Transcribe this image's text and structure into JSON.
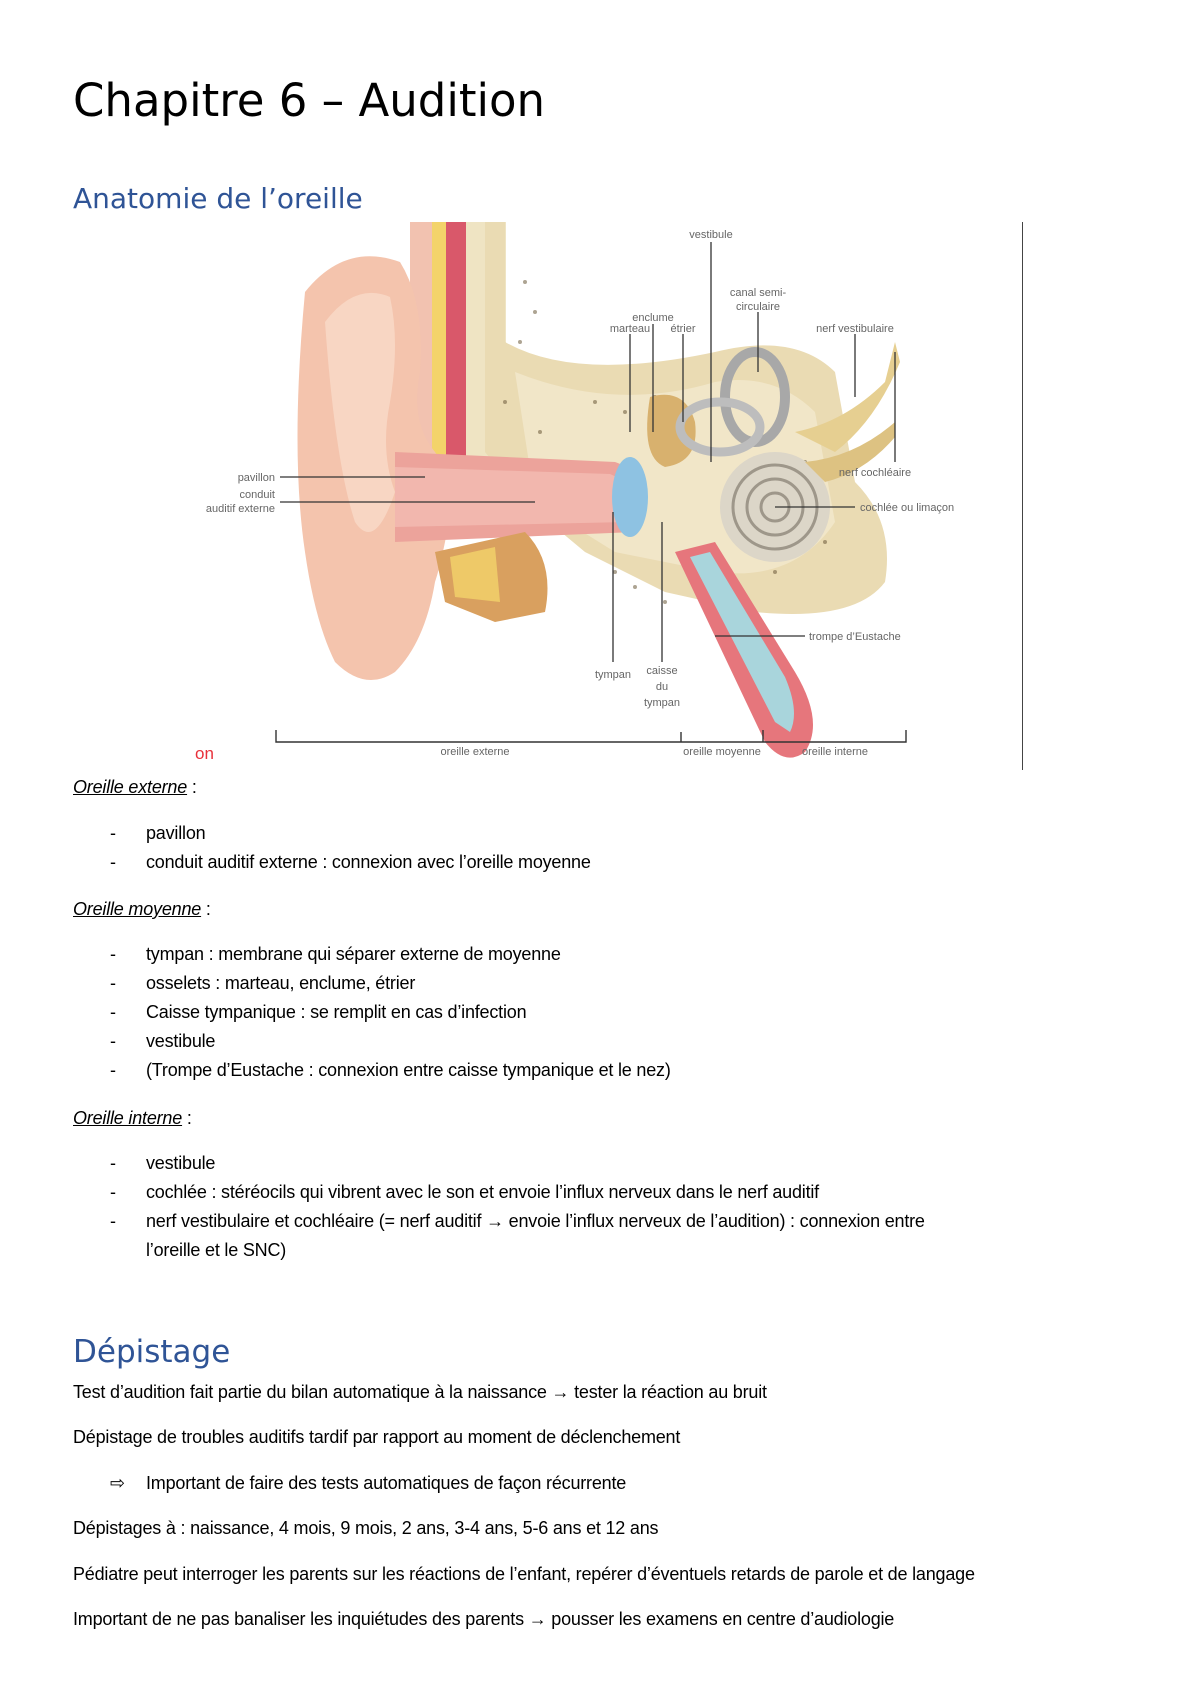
{
  "document": {
    "title": "Chapitre 6 – Audition",
    "sections": {
      "anatomy": {
        "heading": "Anatomie de l’oreille",
        "figure": {
          "labels": {
            "vestibule": "vestibule",
            "canal_semi_1": "canal semi-",
            "canal_semi_2": "circulaire",
            "enclume": "enclume",
            "marteau": "marteau",
            "etrier": "étrier",
            "nerf_vestibulaire": "nerf vestibulaire",
            "pavillon": "pavillon",
            "conduit_1": "conduit",
            "conduit_2": "auditif externe",
            "nerf_cochleaire": "nerf cochléaire",
            "cochlee": "cochlée ou limaçon",
            "trompe": "trompe d’Eustache",
            "tympan": "tympan",
            "caisse_1": "caisse",
            "caisse_2": "du",
            "caisse_3": "tympan",
            "oreille_externe": "oreille externe",
            "oreille_moyenne": "oreille moyenne",
            "oreille_interne": "oreille interne",
            "cut_text": "on"
          }
        },
        "externe": {
          "label": "Oreille externe",
          "suffix": " :",
          "items": [
            "pavillon",
            "conduit auditif externe : connexion avec l’oreille moyenne"
          ]
        },
        "moyenne": {
          "label": "Oreille moyenne",
          "suffix": " :",
          "items": [
            "tympan : membrane qui séparer externe de moyenne",
            "osselets : marteau, enclume, étrier",
            "Caisse tympanique : se remplit en cas d’infection",
            "vestibule",
            "(Trompe d’Eustache : connexion entre caisse tympanique et le nez)"
          ]
        },
        "interne": {
          "label": "Oreille interne",
          "suffix": " :",
          "items": [
            "vestibule",
            "cochlée : stéréocils qui vibrent avec le son et envoie l’influx nerveux dans le nerf auditif",
            "nerf vestibulaire et cochléaire (= nerf auditif → envoie l’influx nerveux de l’audition) : connexion entre",
            "l’oreille et le SNC)"
          ]
        }
      },
      "depistage": {
        "heading": "Dépistage",
        "p1": "Test d’audition fait partie du bilan automatique à la naissance → tester la réaction au bruit",
        "p2": "Dépistage de troubles auditifs tardif par rapport au moment de déclenchement",
        "arrow_item": "Important de faire des tests automatiques de façon récurrente",
        "arrow_glyph": "⇨",
        "p3": "Dépistages à : naissance, 4 mois, 9 mois, 2 ans, 3-4 ans, 5-6 ans et 12 ans",
        "p4": "Pédiatre peut interroger les parents sur les réactions de l’enfant, repérer d’éventuels retards de parole et de langage",
        "p5": "Important de ne pas banaliser les inquiétudes des parents → pousser les examens en centre d’audiologie"
      }
    },
    "bullet": "-",
    "colors": {
      "heading_blue": "#2F5496",
      "text": "#000000"
    }
  }
}
